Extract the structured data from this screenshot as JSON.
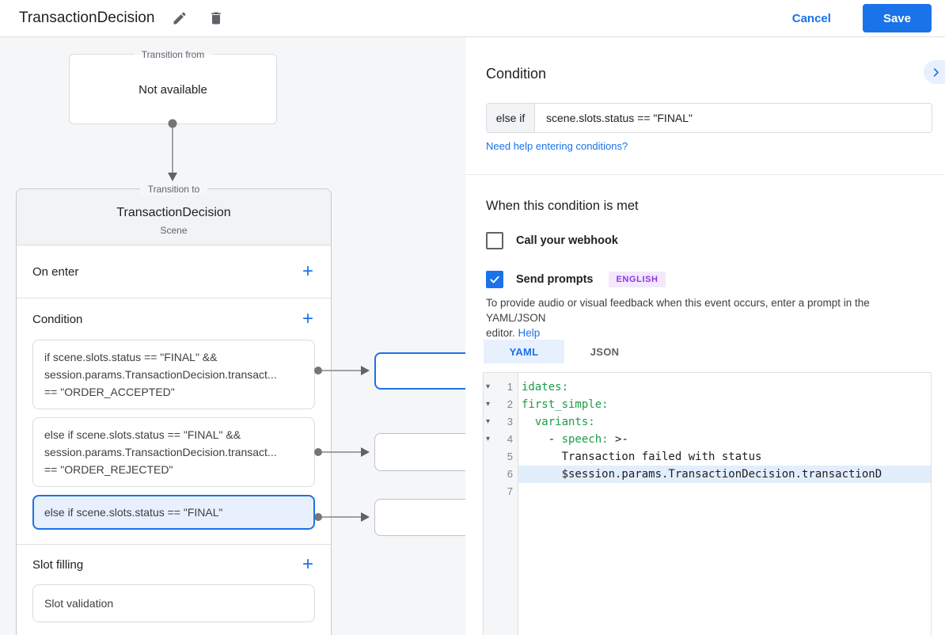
{
  "header": {
    "title": "TransactionDecision",
    "cancel": "Cancel",
    "save": "Save"
  },
  "canvas": {
    "plus_icon": "+",
    "transition_from": {
      "legend": "Transition from",
      "value": "Not available"
    },
    "transition_to": {
      "legend": "Transition to",
      "title": "TransactionDecision",
      "subtitle": "Scene",
      "on_enter_label": "On enter",
      "condition_label": "Condition",
      "slot_filling_label": "Slot filling",
      "condition_cards": [
        {
          "selected": false,
          "lines": [
            "if scene.slots.status == \"FINAL\" &&",
            "session.params.TransactionDecision.transact...",
            "== \"ORDER_ACCEPTED\""
          ]
        },
        {
          "selected": false,
          "lines": [
            "else if scene.slots.status == \"FINAL\" &&",
            "session.params.TransactionDecision.transact...",
            "== \"ORDER_REJECTED\""
          ]
        },
        {
          "selected": true,
          "lines": [
            "else if scene.slots.status == \"FINAL\""
          ]
        }
      ],
      "slot_cards": [
        {
          "lines": [
            "Slot validation"
          ]
        }
      ]
    }
  },
  "panel": {
    "condition_title": "Condition",
    "condition_prefix": "else if",
    "condition_value": "scene.slots.status == \"FINAL\"",
    "help_link": "Need help entering conditions?",
    "when_met_title": "When this condition is met",
    "webhook_label": "Call your webhook",
    "webhook_checked": false,
    "prompts_label": "Send prompts",
    "prompts_checked": true,
    "language_badge": "ENGLISH",
    "helper_line1": "To provide audio or visual feedback when this event occurs, enter a prompt in the YAML/JSON",
    "helper_line2": "editor.",
    "helper_link": "Help",
    "tabs": [
      {
        "label": "YAML",
        "active": true
      },
      {
        "label": "JSON",
        "active": false
      }
    ],
    "editor": {
      "fold_glyph": "▾",
      "lines": [
        {
          "num": "1",
          "fold": true,
          "hl": false,
          "segs": [
            [
              "key",
              "idates:"
            ]
          ]
        },
        {
          "num": "2",
          "fold": true,
          "hl": false,
          "segs": [
            [
              "key",
              "first_simple:"
            ]
          ]
        },
        {
          "num": "3",
          "fold": true,
          "hl": false,
          "segs": [
            [
              "plain",
              "  "
            ],
            [
              "key",
              "variants:"
            ]
          ]
        },
        {
          "num": "4",
          "fold": true,
          "hl": false,
          "segs": [
            [
              "plain",
              "    - "
            ],
            [
              "key",
              "speech:"
            ],
            [
              "plain",
              " >-"
            ]
          ]
        },
        {
          "num": "5",
          "fold": false,
          "hl": false,
          "segs": [
            [
              "plain",
              "      Transaction failed with status"
            ]
          ]
        },
        {
          "num": "6",
          "fold": false,
          "hl": true,
          "segs": [
            [
              "plain",
              "      $session.params.TransactionDecision.transactionD"
            ]
          ]
        },
        {
          "num": "7",
          "fold": false,
          "hl": false,
          "segs": []
        }
      ]
    }
  },
  "colors": {
    "accent_blue": "#1a73e8",
    "selected_bg": "#e8f0fe",
    "badge_text": "#9334e6",
    "badge_bg": "#f3e8fd",
    "yaml_key_green": "#1c9c47",
    "line_highlight": "#e3eefc",
    "canvas_bg": "#f5f6f8"
  }
}
